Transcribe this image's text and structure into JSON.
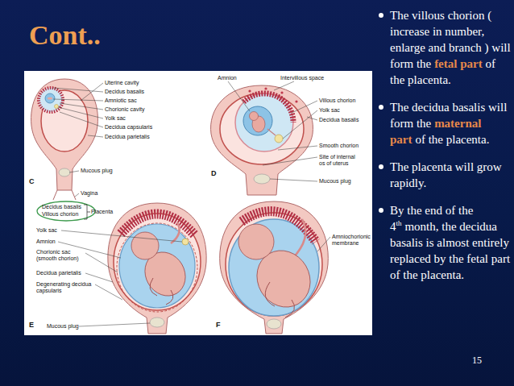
{
  "diagram": {
    "title": "Cont..",
    "labels": [
      "C",
      "Uterine cavity",
      "Decidus basalis",
      "Amniotic sac",
      "Chorionic cavity",
      "Yolk sac",
      "Decidua capsularis",
      "Decidua parietalis",
      "Mucous plug",
      "Vagina",
      "D",
      "Amnion",
      "Intervillous space",
      "Villous chorion",
      "Yolk sac",
      "Decidua basalis",
      "Smooth chorion",
      "Site of internal os of uterus",
      "Mucous plug",
      "E",
      "Decidus basalis",
      "Villous chorion",
      "Placenta",
      "Yolk sac",
      "Amnion",
      "Chorionic sac (smooth chorion)",
      "Decidua parietalis",
      "Degenerating decidua capsularis",
      "Mucous plug",
      "F",
      "Amniochorionic membrane",
      "The villous chorion ( increase in number, enlarge and branch ) will form the",
      "fetal part",
      "of the placenta.",
      "The decidua basalis will form the",
      "maternal part",
      "of the placenta.",
      "The placenta will grow rapidly.",
      "By the end of the 4",
      "th",
      "month, the decidua basalis is almost entirely replaced by the fetal part of the placenta.",
      "15"
    ]
  }
}
